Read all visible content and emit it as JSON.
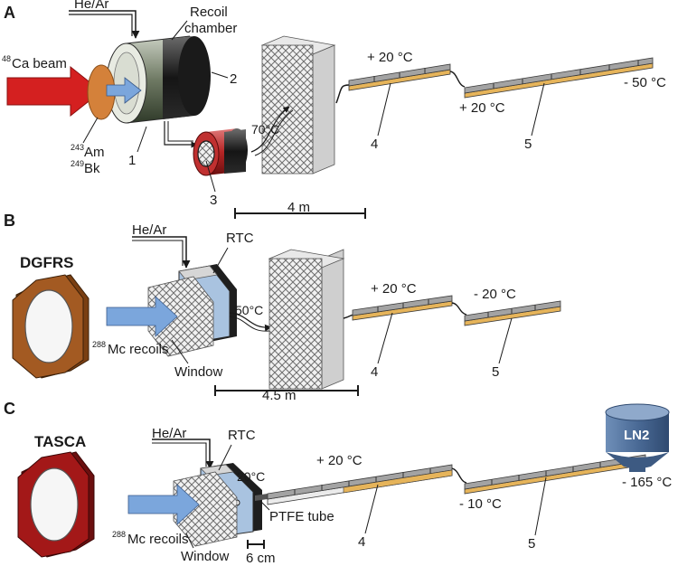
{
  "panels": {
    "a": {
      "letter": "A",
      "gas": "He/Ar",
      "chamber": [
        "Recoil",
        "chamber"
      ],
      "beam_mass": "48",
      "beam_label": "Ca beam",
      "target1_mass": "243",
      "target1_el": "Am",
      "target2_mass": "249",
      "target2_el": "Bk",
      "num1": "1",
      "num2": "2",
      "num3": "3",
      "num4": "4",
      "num5": "5",
      "temp_filter": "70°C",
      "temp_d4": "+ 20 °C",
      "temp_d5_start": "+ 20 °C",
      "temp_d5_end": "- 50 °C",
      "scale": "4 m"
    },
    "b": {
      "letter": "B",
      "separator": "DGFRS",
      "gas": "He/Ar",
      "rtc": "RTC",
      "recoil_mass": "288",
      "recoil_label": "Mc recoils",
      "window": "Window",
      "temp_filter": "50°C",
      "temp_d4": "+ 20 °C",
      "temp_d5": "- 20 °C",
      "num4": "4",
      "num5": "5",
      "scale": "4.5 m"
    },
    "c": {
      "letter": "C",
      "separator": "TASCA",
      "gas": "He/Ar",
      "rtc": "RTC",
      "temp_rtc": "20°C",
      "recoil_mass": "288",
      "recoil_label": "Mc recoils",
      "window": "Window",
      "tube": "PTFE tube",
      "temp_d4": "+ 20 °C",
      "temp_d5_start": "- 10 °C",
      "temp_d5_end": "- 165 °C",
      "ln2": "LN2",
      "num4": "4",
      "num5": "5",
      "scale": "6 cm"
    }
  },
  "colors": {
    "beam": "#d42020",
    "target": "#d4813a",
    "recoil_arrow": "#7ba6dc",
    "detector_top": "#a3a3a3",
    "detector_base": "#e6b45a",
    "dgfrs": "#a35a22",
    "tasca": "#a31818",
    "ln2": "#4d6f9c"
  }
}
